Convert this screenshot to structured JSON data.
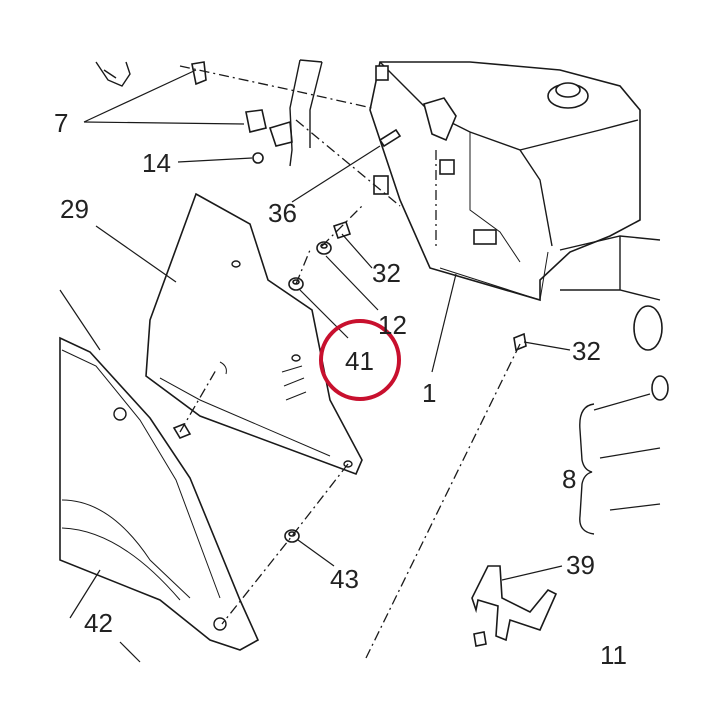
{
  "labels": {
    "l1": "1",
    "l7": "7",
    "l8": "8",
    "l11": "11",
    "l12": "12",
    "l14": "14",
    "l29": "29",
    "l32a": "32",
    "l32b": "32",
    "l36": "36",
    "l39": "39",
    "l41": "41",
    "l42": "42",
    "l43": "43"
  },
  "highlight": {
    "target_part": "41",
    "color": "#c8102e"
  },
  "colors": {
    "line": "#1a1a1a",
    "background": "#ffffff"
  }
}
